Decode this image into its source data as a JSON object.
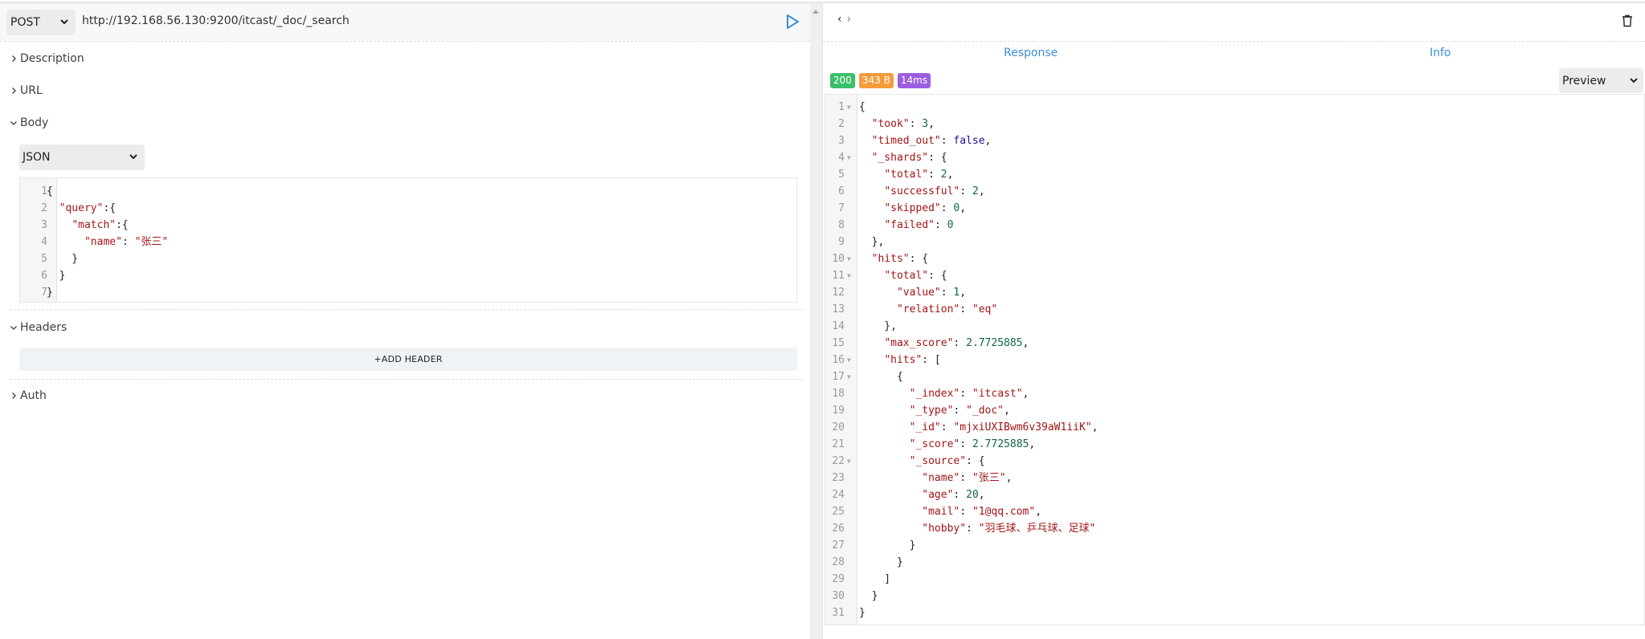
{
  "request": {
    "method": "POST",
    "url": "http://192.168.56.130:9200/itcast/_doc/_search",
    "send_icon": "play-triangle-icon",
    "sections": {
      "description": {
        "label": "Description",
        "expanded": false
      },
      "url": {
        "label": "URL",
        "expanded": false
      },
      "body": {
        "label": "Body",
        "expanded": true
      },
      "headers": {
        "label": "Headers",
        "expanded": true
      },
      "auth": {
        "label": "Auth",
        "expanded": false
      }
    },
    "body_type": "JSON",
    "body_lines": [
      {
        "num": "1",
        "code": "{"
      },
      {
        "num": "2",
        "code": "  \"query\":{"
      },
      {
        "num": "3",
        "code": "    \"match\":{"
      },
      {
        "num": "4",
        "code": "      \"name\": \"张三\""
      },
      {
        "num": "5",
        "code": "    }"
      },
      {
        "num": "6",
        "code": "  }"
      },
      {
        "num": "7",
        "code": "}"
      }
    ],
    "add_header_label": "+ADD HEADER"
  },
  "response": {
    "nav_back": "‹",
    "nav_forward": "›",
    "trash_icon": "trash-icon",
    "tabs": [
      {
        "label": "Response",
        "active": true
      },
      {
        "label": "Info",
        "active": false
      }
    ],
    "badges": {
      "status": {
        "text": "200",
        "color": "#3cbf6a"
      },
      "size": {
        "text": "343 B",
        "color": "#f59c3d"
      },
      "time": {
        "text": "14ms",
        "color": "#9b5ee0"
      }
    },
    "view_mode": "Preview",
    "lines": [
      {
        "num": "1",
        "fold": true,
        "code": "{"
      },
      {
        "num": "2",
        "fold": false,
        "code": "  \"took\": 3,"
      },
      {
        "num": "3",
        "fold": false,
        "code": "  \"timed_out\": false,"
      },
      {
        "num": "4",
        "fold": true,
        "code": "  \"_shards\": {"
      },
      {
        "num": "5",
        "fold": false,
        "code": "    \"total\": 2,"
      },
      {
        "num": "6",
        "fold": false,
        "code": "    \"successful\": 2,"
      },
      {
        "num": "7",
        "fold": false,
        "code": "    \"skipped\": 0,"
      },
      {
        "num": "8",
        "fold": false,
        "code": "    \"failed\": 0"
      },
      {
        "num": "9",
        "fold": false,
        "code": "  },"
      },
      {
        "num": "10",
        "fold": true,
        "code": "  \"hits\": {"
      },
      {
        "num": "11",
        "fold": true,
        "code": "    \"total\": {"
      },
      {
        "num": "12",
        "fold": false,
        "code": "      \"value\": 1,"
      },
      {
        "num": "13",
        "fold": false,
        "code": "      \"relation\": \"eq\""
      },
      {
        "num": "14",
        "fold": false,
        "code": "    },"
      },
      {
        "num": "15",
        "fold": false,
        "code": "    \"max_score\": 2.7725885,"
      },
      {
        "num": "16",
        "fold": true,
        "code": "    \"hits\": ["
      },
      {
        "num": "17",
        "fold": true,
        "code": "      {"
      },
      {
        "num": "18",
        "fold": false,
        "code": "        \"_index\": \"itcast\","
      },
      {
        "num": "19",
        "fold": false,
        "code": "        \"_type\": \"_doc\","
      },
      {
        "num": "20",
        "fold": false,
        "code": "        \"_id\": \"mjxiUXIBwm6v39aW1iiK\","
      },
      {
        "num": "21",
        "fold": false,
        "code": "        \"_score\": 2.7725885,"
      },
      {
        "num": "22",
        "fold": true,
        "code": "        \"_source\": {"
      },
      {
        "num": "23",
        "fold": false,
        "code": "          \"name\": \"张三\","
      },
      {
        "num": "24",
        "fold": false,
        "code": "          \"age\": 20,"
      },
      {
        "num": "25",
        "fold": false,
        "code": "          \"mail\": \"1@qq.com\","
      },
      {
        "num": "26",
        "fold": false,
        "code": "          \"hobby\": \"羽毛球、乒乓球、足球\""
      },
      {
        "num": "27",
        "fold": false,
        "code": "        }"
      },
      {
        "num": "28",
        "fold": false,
        "code": "      }"
      },
      {
        "num": "29",
        "fold": false,
        "code": "    ]"
      },
      {
        "num": "30",
        "fold": false,
        "code": "  }"
      },
      {
        "num": "31",
        "fold": false,
        "code": "}"
      }
    ]
  },
  "colors": {
    "accent": "#3b8fd6",
    "json_key": "#a31515",
    "json_string": "#a31515",
    "json_number": "#116644",
    "json_boolean": "#221199"
  }
}
